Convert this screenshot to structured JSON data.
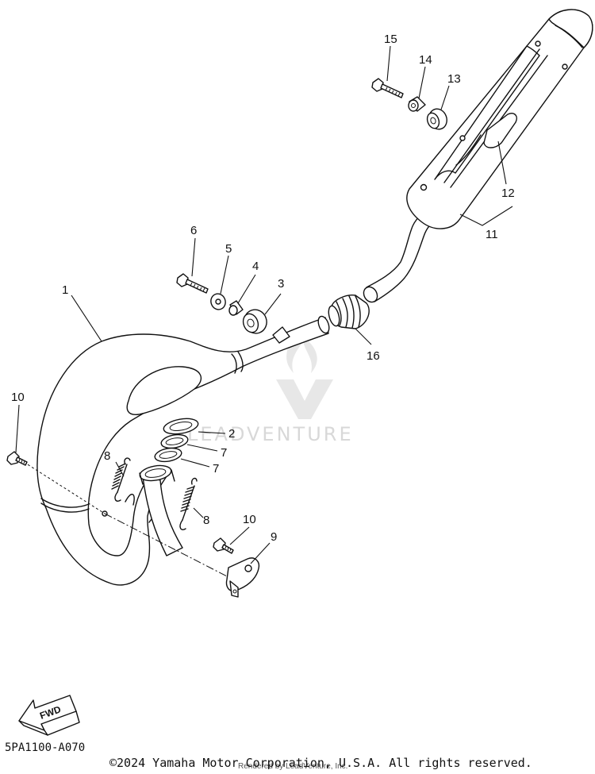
{
  "diagram": {
    "code": "5PA1100-A070",
    "copyright": "©2024 Yamaha Motor Corporation, U.S.A. All rights reserved.",
    "rendered_by": "Rendered by LeadVenture, Inc.",
    "watermark": "LEADVENTURE",
    "fwd_label": "FWD"
  },
  "callouts": {
    "c1": "1",
    "c2": "2",
    "c3": "3",
    "c4": "4",
    "c5": "5",
    "c6": "6",
    "c7a": "7",
    "c7b": "7",
    "c8a": "8",
    "c8b": "8",
    "c9": "9",
    "c10a": "10",
    "c10b": "10",
    "c11": "11",
    "c12": "12",
    "c13": "13",
    "c14": "14",
    "c15": "15",
    "c16": "16"
  }
}
